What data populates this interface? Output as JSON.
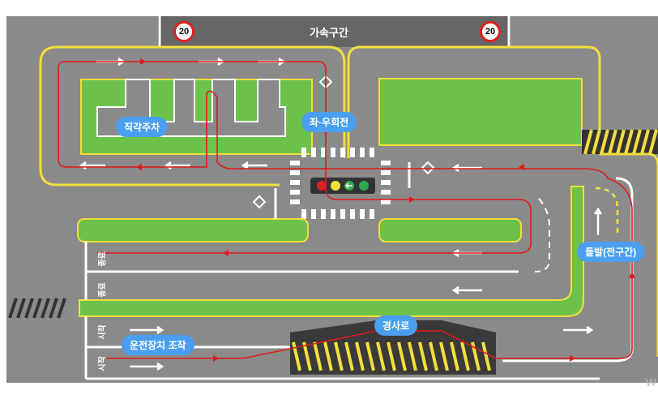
{
  "map": {
    "accel_zone_label": "가속구간",
    "speed_limit_left": "20",
    "speed_limit_right": "20",
    "labels": {
      "perpendicular_parking": "직각주차",
      "left_right_turn": "좌·우회전",
      "hill_slope": "경사로",
      "device_operation": "운전장치 조작",
      "sudden_stop": "돌발(전구간)"
    },
    "lane_labels": {
      "end_upper": "종료",
      "end_middle": "종료",
      "start_lower": "시작",
      "start_bottom": "시작"
    },
    "traffic_light": [
      "red",
      "yellow",
      "left-arrow",
      "green"
    ],
    "colors": {
      "road": "#8a8a8a",
      "grass": "#6cc24a",
      "yellow_line": "#f2df3c",
      "route": "#e01b1b",
      "pill": "#4a9ff0"
    }
  }
}
